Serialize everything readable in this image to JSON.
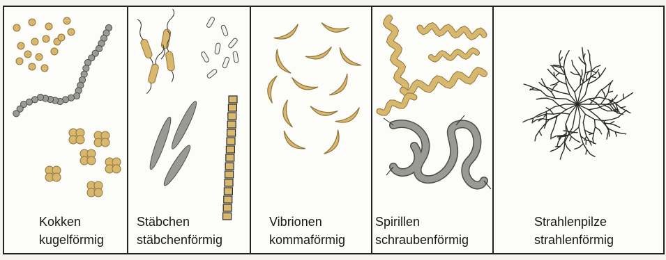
{
  "panels": [
    {
      "id": "kokken",
      "name": "Kokken",
      "shape": "kugelförmig"
    },
    {
      "id": "staebchen",
      "name": "Stäbchen",
      "shape": "stäbchenförmig"
    },
    {
      "id": "vibrionen",
      "name": "Vibrionen",
      "shape": "kommaförmig"
    },
    {
      "id": "spirillen",
      "name": "Spirillen",
      "shape": "schraubenförmig"
    },
    {
      "id": "strahlenpilze",
      "name": "Strahlenpilze",
      "shape": "strahlenförmig"
    }
  ],
  "colors": {
    "ochre": "#d8b86e",
    "ochre_dark": "#8f7338",
    "grey": "#9a9a94",
    "grey_dark": "#4c4c48",
    "ink": "#2a2a28"
  }
}
